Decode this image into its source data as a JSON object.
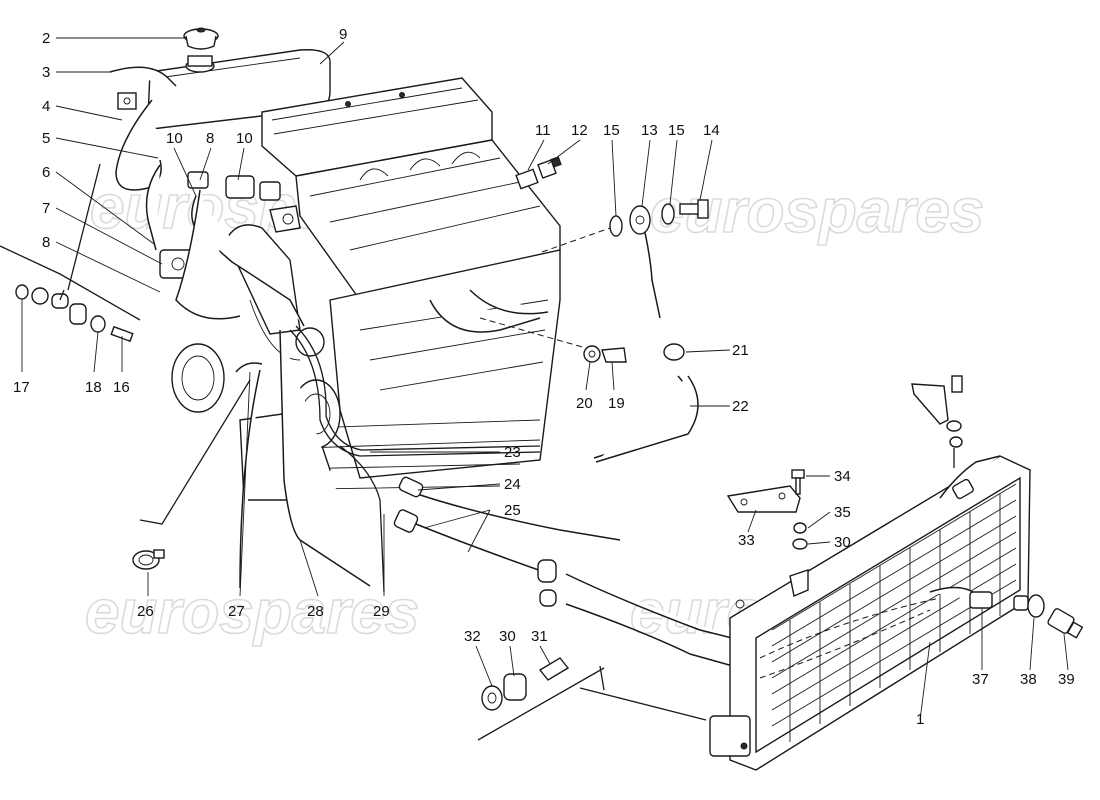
{
  "watermark": "eurospares",
  "callouts": [
    "1",
    "2",
    "3",
    "4",
    "5",
    "6",
    "7",
    "8",
    "8",
    "9",
    "10",
    "10",
    "11",
    "12",
    "13",
    "14",
    "15",
    "15",
    "16",
    "17",
    "18",
    "19",
    "20",
    "21",
    "22",
    "23",
    "24",
    "25",
    "26",
    "27",
    "28",
    "29",
    "30",
    "30",
    "31",
    "32",
    "33",
    "34",
    "35",
    "37",
    "38",
    "39"
  ],
  "callout_labels": {
    "c1": "1",
    "c2": "2",
    "c3": "3",
    "c4": "4",
    "c5": "5",
    "c6": "6",
    "c7": "7",
    "c8a": "8",
    "c8b": "8",
    "c9": "9",
    "c10a": "10",
    "c10b": "10",
    "c11": "11",
    "c12": "12",
    "c13": "13",
    "c14": "14",
    "c15a": "15",
    "c15b": "15",
    "c16": "16",
    "c17": "17",
    "c18": "18",
    "c19": "19",
    "c20": "20",
    "c21": "21",
    "c22": "22",
    "c23": "23",
    "c24": "24",
    "c25": "25",
    "c26": "26",
    "c27": "27",
    "c28": "28",
    "c29": "29",
    "c30a": "30",
    "c30b": "30",
    "c31": "31",
    "c32": "32",
    "c33": "33",
    "c34": "34",
    "c35": "35",
    "c37": "37",
    "c38": "38",
    "c39": "39"
  }
}
